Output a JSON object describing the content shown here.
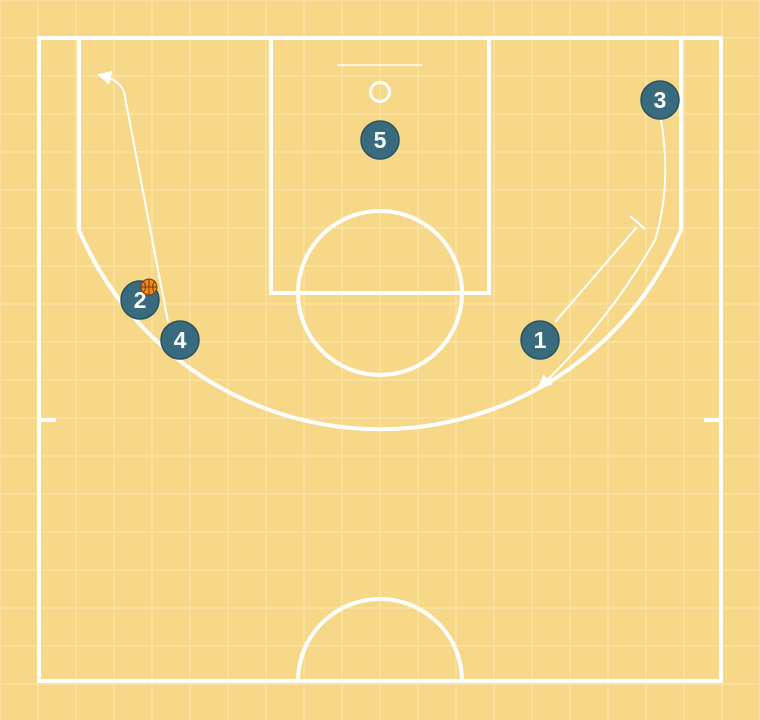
{
  "colors": {
    "background": "#f7d788",
    "grid": "#fbe3a4",
    "court_lines": "#ffffff",
    "player_fill": "#386b7d",
    "player_stroke": "#2a5261",
    "ball": "#ee8a1c",
    "ball_seams": "#7a3a06"
  },
  "players": [
    {
      "number": "1"
    },
    {
      "number": "2",
      "has_ball": true
    },
    {
      "number": "3"
    },
    {
      "number": "4"
    },
    {
      "number": "5"
    }
  ],
  "icons": {
    "ball": "basketball-icon"
  }
}
